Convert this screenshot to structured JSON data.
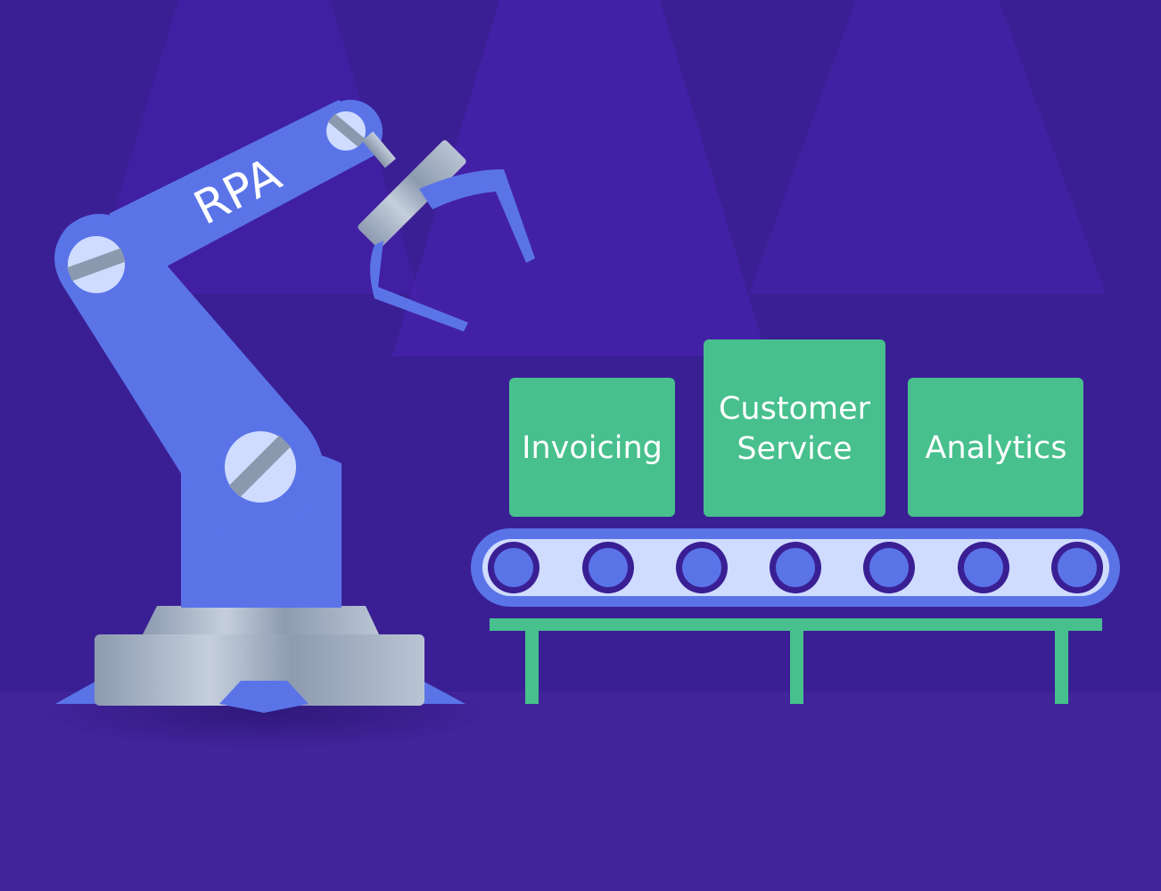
{
  "robot": {
    "arm_label": "RPA"
  },
  "boxes": [
    {
      "lines": [
        "Invoicing"
      ]
    },
    {
      "lines": [
        "Customer",
        "Service"
      ]
    },
    {
      "lines": [
        "Analytics"
      ]
    }
  ],
  "colors": {
    "background": "#3a1f94",
    "spotlight": "#4a22b4",
    "floor": "#41239a",
    "arm": "#5a74e8",
    "arm_dark": "#4a60d6",
    "metal": "#a7b3c4",
    "metal_dark": "#7f8ca0",
    "box": "#47c08d",
    "belt": "#5a74e8",
    "belt_inner": "#cfdcff",
    "roller_ring": "#3a1f94",
    "roller": "#5a74e8",
    "table": "#47c08d"
  }
}
